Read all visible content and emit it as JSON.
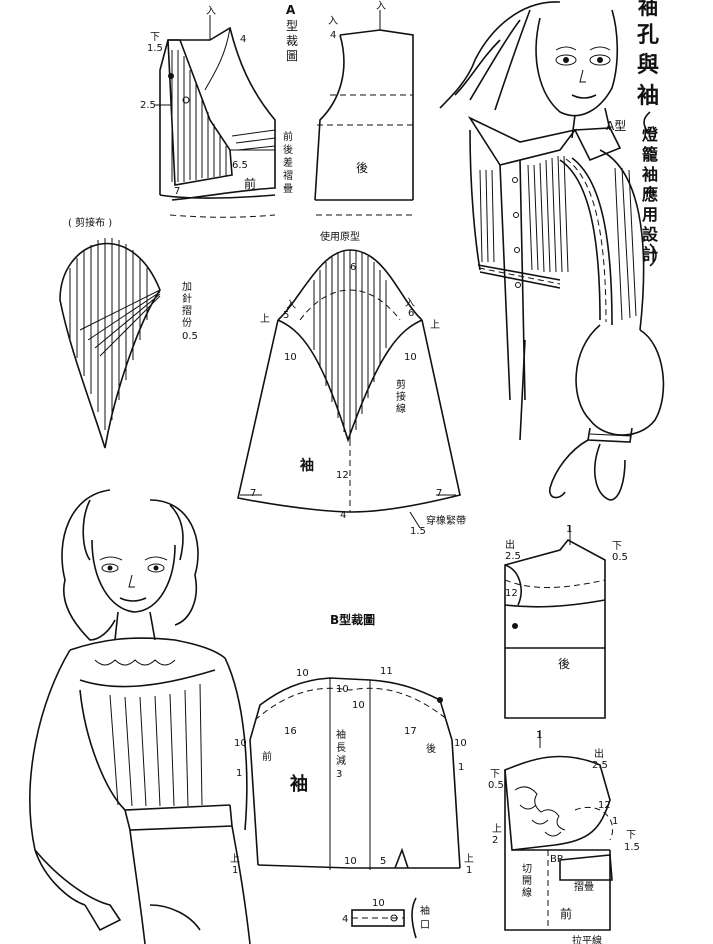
{
  "page": {
    "title_chars": [
      "袖",
      "孔",
      "與",
      "袖"
    ],
    "subtitle_chars": [
      "燈",
      "籠",
      "袖",
      "應",
      "用",
      "設",
      "計"
    ]
  },
  "type_a": {
    "label": "A型",
    "cut_label_chars": [
      "A",
      "型",
      "裁",
      "圖"
    ],
    "front": "前",
    "back": "後",
    "pleat_note_chars": [
      "前",
      "後",
      "差",
      "褶",
      "疊"
    ],
    "m_down": "下",
    "m_in": "入",
    "v_1_5": "1.5",
    "v_2_5": "2.5",
    "v_4": "4",
    "v_6_5": "6.5",
    "v_7": "7"
  },
  "pattern_piece": {
    "label": "( 剪接布 )",
    "note_chars": [
      "加",
      "針",
      "摺",
      "份"
    ],
    "value": "0.5"
  },
  "sleeve_a": {
    "title": "使用原型",
    "up": "上",
    "in": "入",
    "v5": "5",
    "v6": "6",
    "v10": "10",
    "v12": "12",
    "v7": "7",
    "v4": "4",
    "v1_5": "1.5",
    "center": "袖",
    "cut_line_chars": [
      "剪",
      "接",
      "線"
    ],
    "elastic": "穿橡緊帶"
  },
  "sleeve_b": {
    "title": "B型裁圖",
    "v10": "10",
    "v11": "11",
    "v16": "16",
    "v17": "17",
    "v5": "5",
    "v1": "1",
    "front": "前",
    "back": "後",
    "up": "上",
    "center": "袖",
    "length_chars": [
      "袖",
      "長",
      "減",
      "3"
    ],
    "cuff_chars": [
      "袖",
      "口"
    ],
    "cuff_10": "10",
    "cuff_4": "4"
  },
  "bodice_b": {
    "out": "出",
    "v2_5": "2.5",
    "down": "下",
    "v0_5": "0.5",
    "v1": "1",
    "v12": "12",
    "back": "後",
    "up": "上",
    "v2": "2",
    "v1_5": "1.5",
    "bp": "BP",
    "cut_open_chars": [
      "切",
      "開",
      "線"
    ],
    "pleat_fold": "摺疊",
    "front": "前",
    "bottom_partial": "拉平線"
  }
}
